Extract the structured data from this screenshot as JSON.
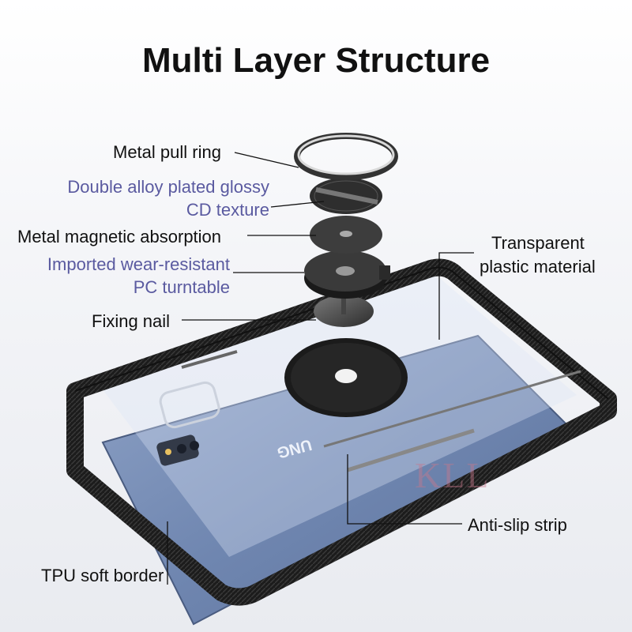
{
  "title": "Multi Layer Structure",
  "labels": {
    "metal_pull_ring": "Metal pull ring",
    "double_alloy_line1": "Double alloy plated glossy",
    "double_alloy_line2": "CD texture",
    "metal_magnetic": "Metal magnetic absorption",
    "imported_line1": "Imported wear-resistant",
    "imported_line2": "PC turntable",
    "fixing_nail": "Fixing nail",
    "transparent_line1": "Transparent",
    "transparent_line2": "plastic material",
    "anti_slip": "Anti-slip strip",
    "tpu": "TPU soft border"
  },
  "phone_text": "UNG",
  "watermark": "KLL",
  "colors": {
    "label_blue": "#5a5aa0",
    "phone_blue": "#7f94b9",
    "bumper_black": "#1c1c1c"
  }
}
